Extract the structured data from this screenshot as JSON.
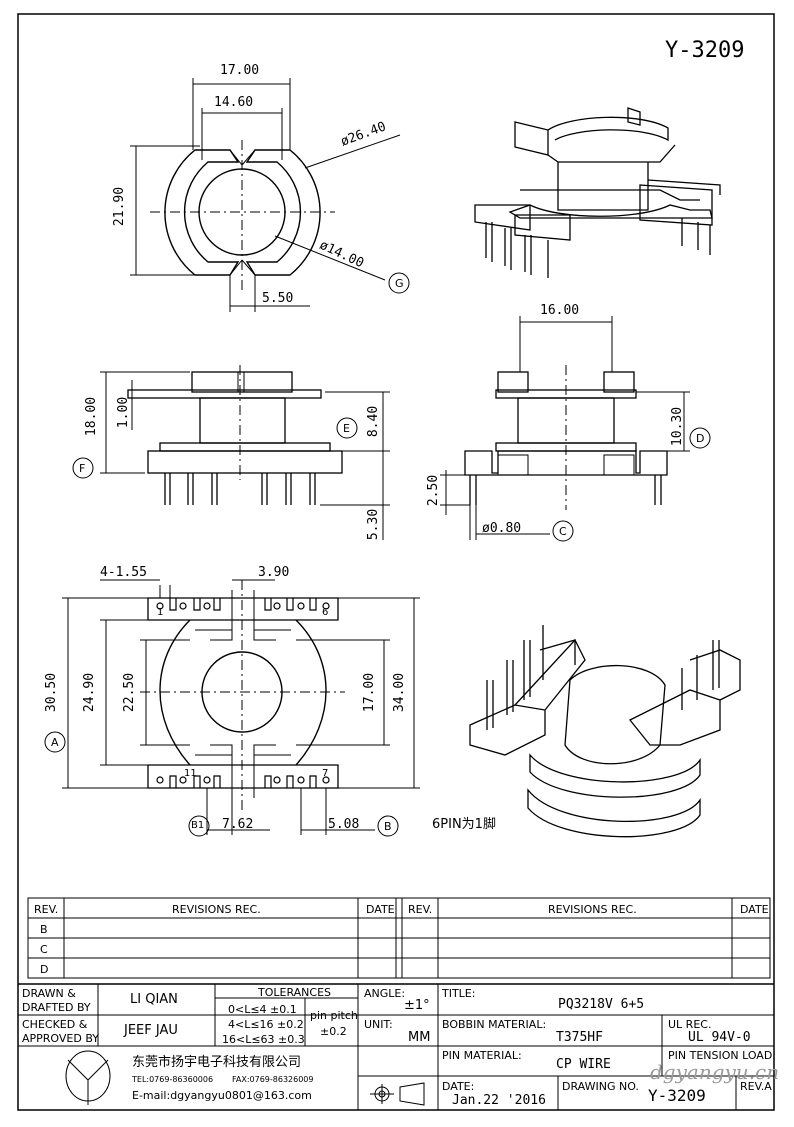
{
  "drawing_id": "Y-3209",
  "dims": {
    "top_17": "17.00",
    "top_14_6": "14.60",
    "dia_26_4": "ø26.40",
    "dia_14": "ø14.00",
    "h_21_9": "21.90",
    "w_5_5": "5.50",
    "g": "G",
    "side_18": "18.00",
    "side_1": "1.00",
    "side_8_4": "8.40",
    "e": "E",
    "f": "F",
    "side_5_3": "5.30",
    "front_16": "16.00",
    "front_10_3": "10.30",
    "d": "D",
    "front_2_5": "2.50",
    "pin_dia": "ø0.80",
    "c": "C",
    "bot_4_155": "4-1.55",
    "bot_3_9": "3.90",
    "bot_30_5": "30.50",
    "bot_24_9": "24.90",
    "bot_22_5": "22.50",
    "bot_17": "17.00",
    "bot_34": "34.00",
    "a": "A",
    "b1": "B1",
    "bot_7_62": "7.62",
    "bot_5_08": "5.08",
    "b": "B",
    "pin1": "1",
    "pin6": "6",
    "pin11": "11",
    "pin7": "7"
  },
  "note": "6PIN为1脚",
  "watermark": "dgyangyu.cn",
  "revisions": {
    "rev": "REV.",
    "revisions_rec": "REVISIONS   REC.",
    "date": "DATE",
    "rows": [
      "B",
      "C",
      "D"
    ]
  },
  "title_block": {
    "drawn_label": "DRAWN &\nDRAFTED BY",
    "drawn_label_1": "DRAWN &",
    "drawn_label_2": "DRAFTED BY",
    "drawn_name": "LI QIAN",
    "checked_label_1": "CHECKED &",
    "checked_label_2": "APPROVED BY",
    "checked_name": "JEEF JAU",
    "tolerances": "TOLERANCES",
    "tol_1": "0<L≤4    ±0.1",
    "tol_2": "4<L≤16  ±0.2",
    "tol_3": "16<L≤63  ±0.3",
    "pin_pitch": "pin pitch",
    "pin_pitch_tol": "±0.2",
    "angle_label": "ANGLE:",
    "angle_value": "±1°",
    "unit_label": "UNIT:",
    "unit_value": "MM",
    "title_label": "TITLE:",
    "title_value": "PQ3218V  6+5",
    "bobbin_label": "BOBBIN MATERIAL:",
    "bobbin_value": "T375HF",
    "ul_label": "UL REC.",
    "ul_value": "UL  94V-0",
    "pin_mat_label": "PIN MATERIAL:",
    "pin_mat_value": "CP  WIRE",
    "pin_tension_label": "PIN TENSION LOAD:",
    "date_label": "DATE:",
    "date_value": "Jan.22  '2016",
    "drawing_no_label": "DRAWING NO.",
    "drawing_no_value": "Y-3209",
    "rev_a": "REV.A",
    "company": "东莞市扬宇电子科技有限公司",
    "tel": "TEL:0769-86360006",
    "fax": "FAX:0769-86326009",
    "email": "E-mail:dgyangyu0801@163.com"
  }
}
